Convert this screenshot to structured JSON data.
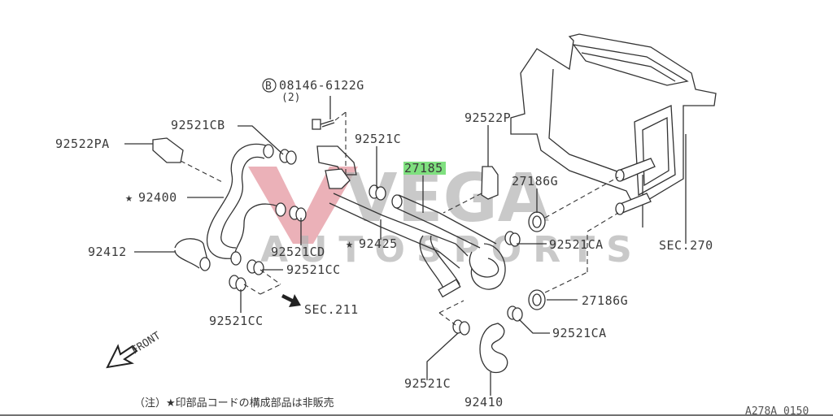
{
  "diagram": {
    "title": "Heater hose / piping parts diagram",
    "watermark": {
      "brand_top": "VEGA",
      "brand_bottom": "AUTOSPORTS",
      "logo_color": "#e8a3ab",
      "text_color": "#b3b3b3"
    },
    "highlight_color": "#7fe07f",
    "bolt_callout": {
      "symbol": "B",
      "part": "08146-6122G",
      "qty": "(2)"
    },
    "labels": {
      "p92522PA": "92522PA",
      "p92521CB": "92521CB",
      "p92400": "92400",
      "p92412": "92412",
      "p92521C_top": "92521C",
      "p27185": "27185",
      "p92522P": "92522P",
      "p27186G_top": "27186G",
      "p92521CD": "92521CD",
      "p92425": "92425",
      "p92521CC_right": "92521CC",
      "p92521CA_top": "92521CA",
      "sec270": "SEC.270",
      "sec211": "SEC.211",
      "p92521CC_bottom": "92521CC",
      "p27186G_bottom": "27186G",
      "p92521CA_bottom": "92521CA",
      "p92521C_bottom": "92521C",
      "p92410": "92410"
    },
    "star_symbol": "★",
    "front_label": "FRONT",
    "footnote": "（注）★印部品コードの構成部品は非販売",
    "diagram_code": "A278A 0150"
  }
}
